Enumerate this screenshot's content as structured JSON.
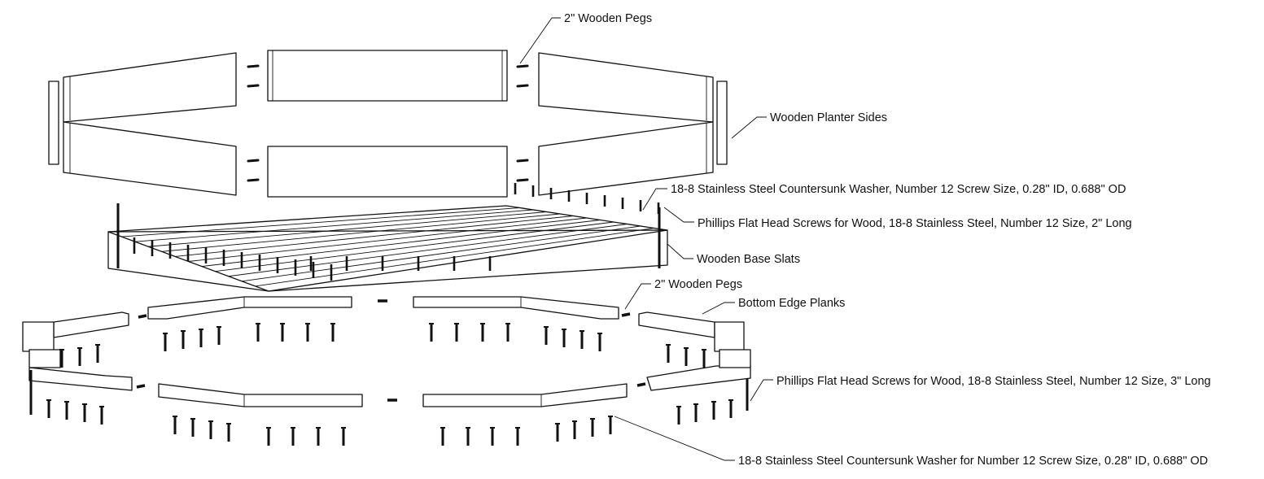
{
  "labels": {
    "wooden_pegs_top": "2\" Wooden Pegs",
    "planter_sides": "Wooden Planter Sides",
    "washer_top": "18-8 Stainless Steel Countersunk Washer, Number 12 Screw Size, 0.28\" ID, 0.688\" OD",
    "screws_2in": "Phillips Flat Head Screws for Wood, 18-8 Stainless Steel, Number 12 Size, 2\" Long",
    "base_slats": "Wooden Base Slats",
    "wooden_pegs_bottom": "2\" Wooden Pegs",
    "bottom_edge_planks": "Bottom Edge Planks",
    "screws_3in": "Phillips Flat Head Screws for Wood, 18-8 Stainless Steel, Number 12 Size, 3\" Long",
    "washer_bottom": "18-8 Stainless Steel Countersunk Washer for Number 12 Screw Size, 0.28\" ID, 0.688\" OD"
  },
  "colors": {
    "line": "#111111",
    "background": "#ffffff"
  }
}
